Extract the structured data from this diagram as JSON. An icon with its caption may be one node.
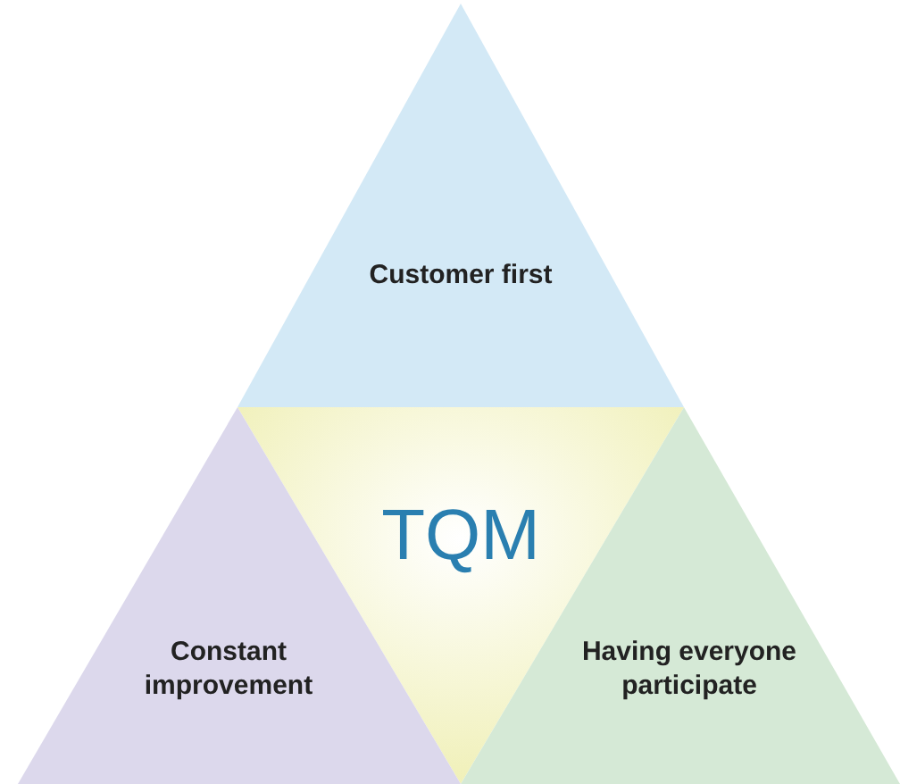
{
  "diagram": {
    "nodes": [
      {
        "text": [
          "Customer first"
        ]
      },
      {
        "text": [
          "TQM"
        ]
      },
      {
        "text": [
          "Constant improvement"
        ]
      },
      {
        "text": [
          "Having everyone participate"
        ]
      }
    ]
  }
}
